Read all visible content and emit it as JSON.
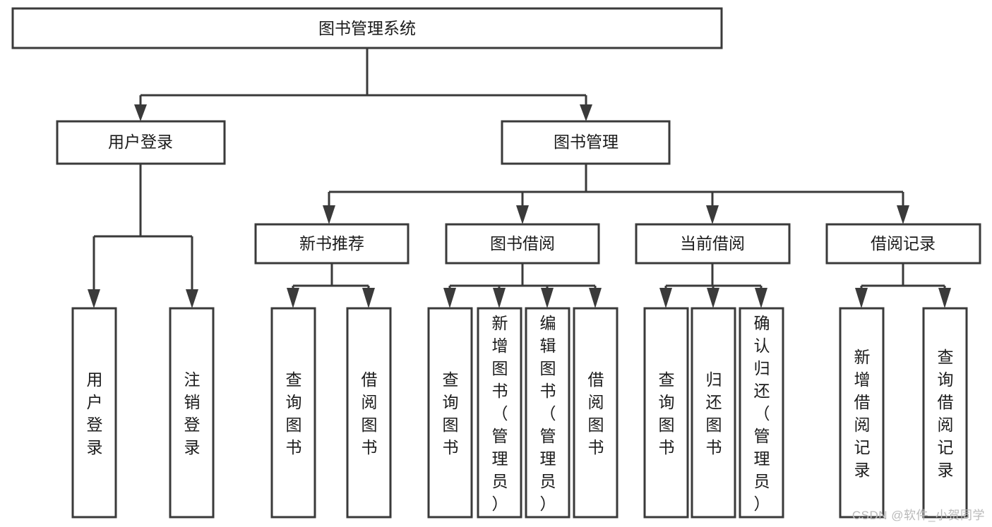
{
  "diagram": {
    "type": "hierarchy-tree",
    "root": {
      "id": "root",
      "label": "图书管理系统"
    },
    "level2": [
      {
        "id": "user-login",
        "label": "用户登录"
      },
      {
        "id": "book-manage",
        "label": "图书管理"
      }
    ],
    "level3": [
      {
        "id": "new-book-rec",
        "label": "新书推荐",
        "parent": "book-manage"
      },
      {
        "id": "book-borrow",
        "label": "图书借阅",
        "parent": "book-manage"
      },
      {
        "id": "current-borrow",
        "label": "当前借阅",
        "parent": "book-manage"
      },
      {
        "id": "borrow-record",
        "label": "借阅记录",
        "parent": "book-manage"
      }
    ],
    "leaves": {
      "user-login": [
        {
          "id": "leaf-user-login",
          "label": "用户登录"
        },
        {
          "id": "leaf-user-logout",
          "label": "注销登录"
        }
      ],
      "new-book-rec": [
        {
          "id": "leaf-query-book-1",
          "label": "查询图书"
        },
        {
          "id": "leaf-borrow-book-1",
          "label": "借阅图书"
        }
      ],
      "book-borrow": [
        {
          "id": "leaf-query-book-2",
          "label": "查询图书"
        },
        {
          "id": "leaf-add-book",
          "label": "新增图书（管理员）"
        },
        {
          "id": "leaf-edit-book",
          "label": "编辑图书（管理员）"
        },
        {
          "id": "leaf-borrow-book-2",
          "label": "借阅图书"
        }
      ],
      "current-borrow": [
        {
          "id": "leaf-query-book-3",
          "label": "查询图书"
        },
        {
          "id": "leaf-return-book",
          "label": "归还图书"
        },
        {
          "id": "leaf-confirm-return",
          "label": "确认归还（管理员）"
        }
      ],
      "borrow-record": [
        {
          "id": "leaf-add-record",
          "label": "新增借阅记录"
        },
        {
          "id": "leaf-query-record",
          "label": "查询借阅记录"
        }
      ]
    }
  },
  "watermark": {
    "text": "CSDN @软件_小贺同学"
  },
  "colors": {
    "box_stroke": "#3a3a3a",
    "box_fill": "#ffffff",
    "text": "#1b1b1b",
    "connector": "#3a3a3a",
    "watermark": "#b9b9b9",
    "background": "#ffffff"
  }
}
